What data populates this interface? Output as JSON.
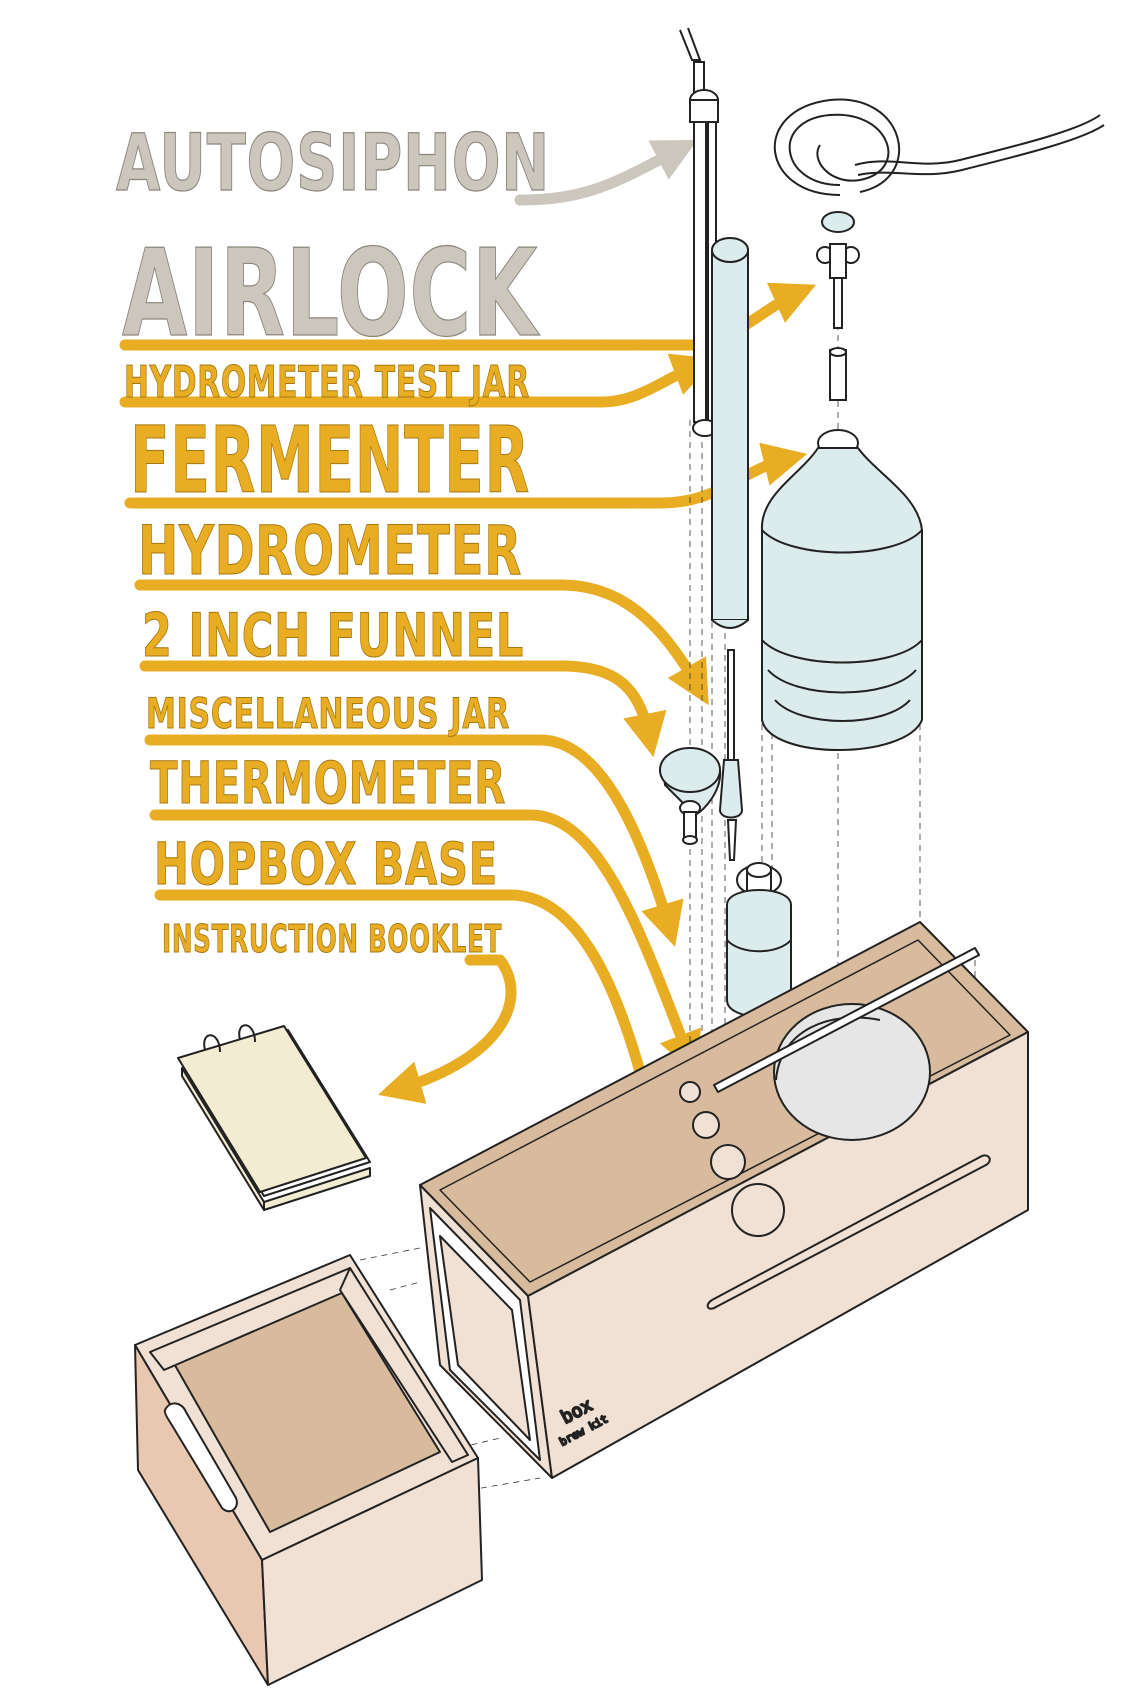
{
  "labels": {
    "autosiphon": "AUTOSIPHON",
    "airlock": "AIRLOCK",
    "hydrometer_test_jar": "HYDROMETER TEST JAR",
    "fermenter": "FERMENTER",
    "hydrometer": "HYDROMETER",
    "funnel": "2 INCH FUNNEL",
    "misc_jar": "MISCELLANEOUS JAR",
    "thermometer": "THERMOMETER",
    "hopbox_base": "HOPBOX BASE",
    "instruction_booklet": "INSTRUCTION BOOKLET"
  },
  "brand": {
    "name": "box",
    "tagline": "brew kit"
  },
  "colors": {
    "gold": "#e8ad22",
    "grey": "#cbc7bd",
    "wood": "#d8bb9d",
    "wood_light": "#f1e1d4",
    "glass": "#dcebeb",
    "paper": "#f4ecd2"
  }
}
